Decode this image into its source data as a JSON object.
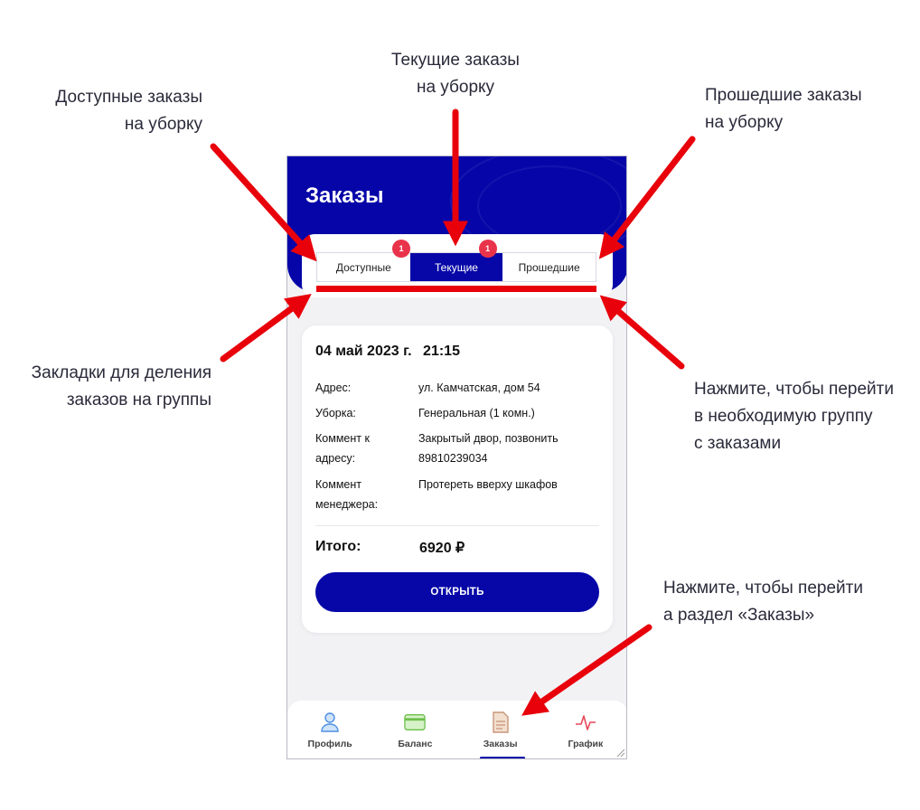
{
  "callouts": {
    "available": [
      "Доступные заказы",
      "на уборку"
    ],
    "current": [
      "Текущие заказы",
      "на уборку"
    ],
    "past": [
      "Прошедшие заказы",
      "на уборку"
    ],
    "tabs_hint": [
      "Закладки для деления",
      "заказов на группы"
    ],
    "tap_group": [
      "Нажмите, чтобы перейти",
      "в необходимую группу",
      "с заказами"
    ],
    "tap_orders": [
      "Нажмите, чтобы перейти",
      "а раздел «Заказы»"
    ]
  },
  "header": {
    "title": "Заказы"
  },
  "tabs": [
    {
      "label": "Доступные",
      "badge": "1",
      "active": false
    },
    {
      "label": "Текущие",
      "badge": "1",
      "active": true
    },
    {
      "label": "Прошедшие",
      "active": false
    }
  ],
  "order": {
    "date": "04 май 2023 г.",
    "time": "21:15",
    "fields": [
      {
        "key": "Адрес:",
        "value": "ул. Камчатская, дом 54"
      },
      {
        "key": "Уборка:",
        "value": "Генеральная (1 комн.)"
      },
      {
        "key": "Коммент к адресу:",
        "value": "Закрытый двор, позвонить 89810239034"
      },
      {
        "key": "Коммент менеджера:",
        "value": "Протереть вверху шкафов"
      }
    ],
    "total_label": "Итого:",
    "total_value": "6920 ₽",
    "open_label": "ОТКРЫТЬ"
  },
  "nav": [
    {
      "label": "Профиль",
      "icon": "person-icon"
    },
    {
      "label": "Баланс",
      "icon": "card-icon"
    },
    {
      "label": "Заказы",
      "icon": "document-icon",
      "active": true
    },
    {
      "label": "График",
      "icon": "pulse-chart-icon"
    }
  ],
  "colors": {
    "primary": "#0707a8",
    "badge": "#e9334b",
    "annotation": "#e8000b"
  }
}
